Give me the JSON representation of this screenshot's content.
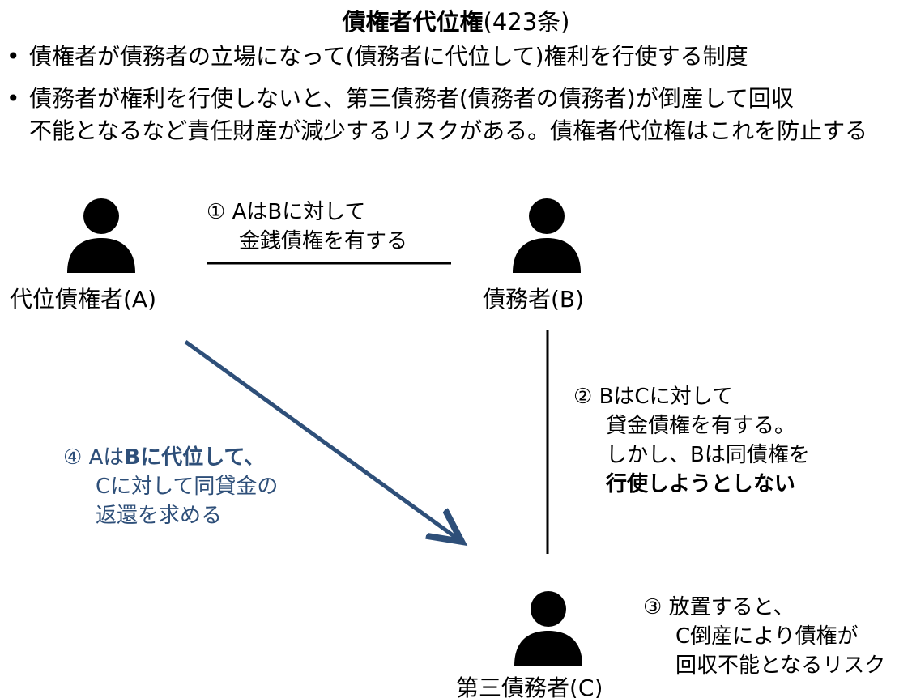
{
  "title": {
    "bold": "債権者代位権",
    "rest": "(423条)"
  },
  "bullets": [
    {
      "marker": "•",
      "lines": [
        "債権者が債務者の立場になって(債務者に代位して)権利を行使する制度"
      ]
    },
    {
      "marker": "•",
      "lines": [
        "債務者が権利を行使しないと、第三債務者(債務者の債務者)が倒産して回収",
        "不能となるなど責任財産が減少するリスクがある。債権者代位権はこれを防止する"
      ]
    }
  ],
  "persons": {
    "a": {
      "label": "代位債権者(A)",
      "icon": "person-icon"
    },
    "b": {
      "label": "債務者(B)",
      "icon": "person-icon"
    },
    "c": {
      "label": "第三債務者(C)",
      "icon": "person-icon"
    }
  },
  "notes": {
    "n1": {
      "lines": [
        "① AはBに対して",
        "金銭債権を有する"
      ]
    },
    "n2": {
      "lines": [
        "② BはCに対して",
        "貸金債権を有する。",
        "しかし、Bは同債権を",
        "行使しようとしない"
      ]
    },
    "n3": {
      "lines": [
        "③ 放置すると、",
        "C倒産により債権が",
        "回収不能となるリスク"
      ]
    },
    "n4": {
      "first_prefix": "④ Aは",
      "first_bold": "Bに代位して、",
      "lines": [
        "Cに対して同貸金の",
        "返還を求める"
      ]
    }
  },
  "colors": {
    "text": "#000000",
    "accent": "#2e4f79",
    "background": "#ffffff"
  }
}
